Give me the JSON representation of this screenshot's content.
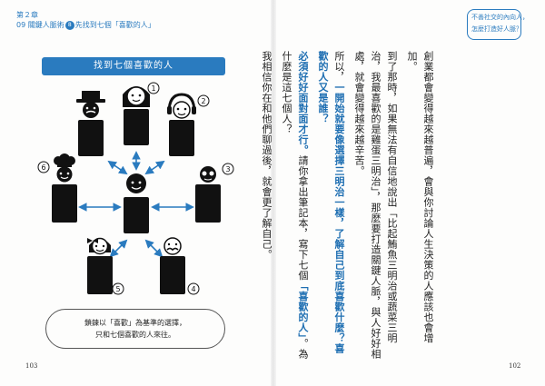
{
  "header_left": {
    "chapter": "第２章",
    "section_prefix": "09 關鍵人脈術",
    "section_num": "8",
    "section_title": "先找到七個「喜歡的人」"
  },
  "header_right": {
    "line1": "不善社交的內向人，",
    "line2": "怎麼打造好人脈？"
  },
  "diagram": {
    "title": "找到七個喜歡的人",
    "numbers": [
      "1",
      "2",
      "3",
      "4",
      "5",
      "6"
    ],
    "caption_line1": "鎖鍊以「喜歡」為基準的選擇，",
    "caption_line2": "只和七個喜歡的人來往。"
  },
  "body": {
    "p1": "創業都會變得越來越普遍，會與你討論人生決策的人應該也會增加。",
    "p2": "到了那時，如果無法有自信地說出「比起鮪魚三明治或蔬菜三明治，我最喜歡的是雞蛋三明治」，那麼要打造關鍵人脈，與人好好相處，就會變得越來越辛苦。",
    "p3_a": "所以，",
    "p3_em1": "一開始就要像選擇三明治一樣，了解自己到底喜歡什麼？喜歡的人又是誰？",
    "p4_em": "必須好好面對面才行。",
    "p4_b": "請你拿出筆記本，寫下七個",
    "p4_quote": "「喜歡的人」",
    "p4_c": "。為什麼是這七個人？",
    "p5": "我相信你在和他們聊過後，就會更了解自己。"
  },
  "page_numbers": {
    "left": "103",
    "right": "102"
  }
}
